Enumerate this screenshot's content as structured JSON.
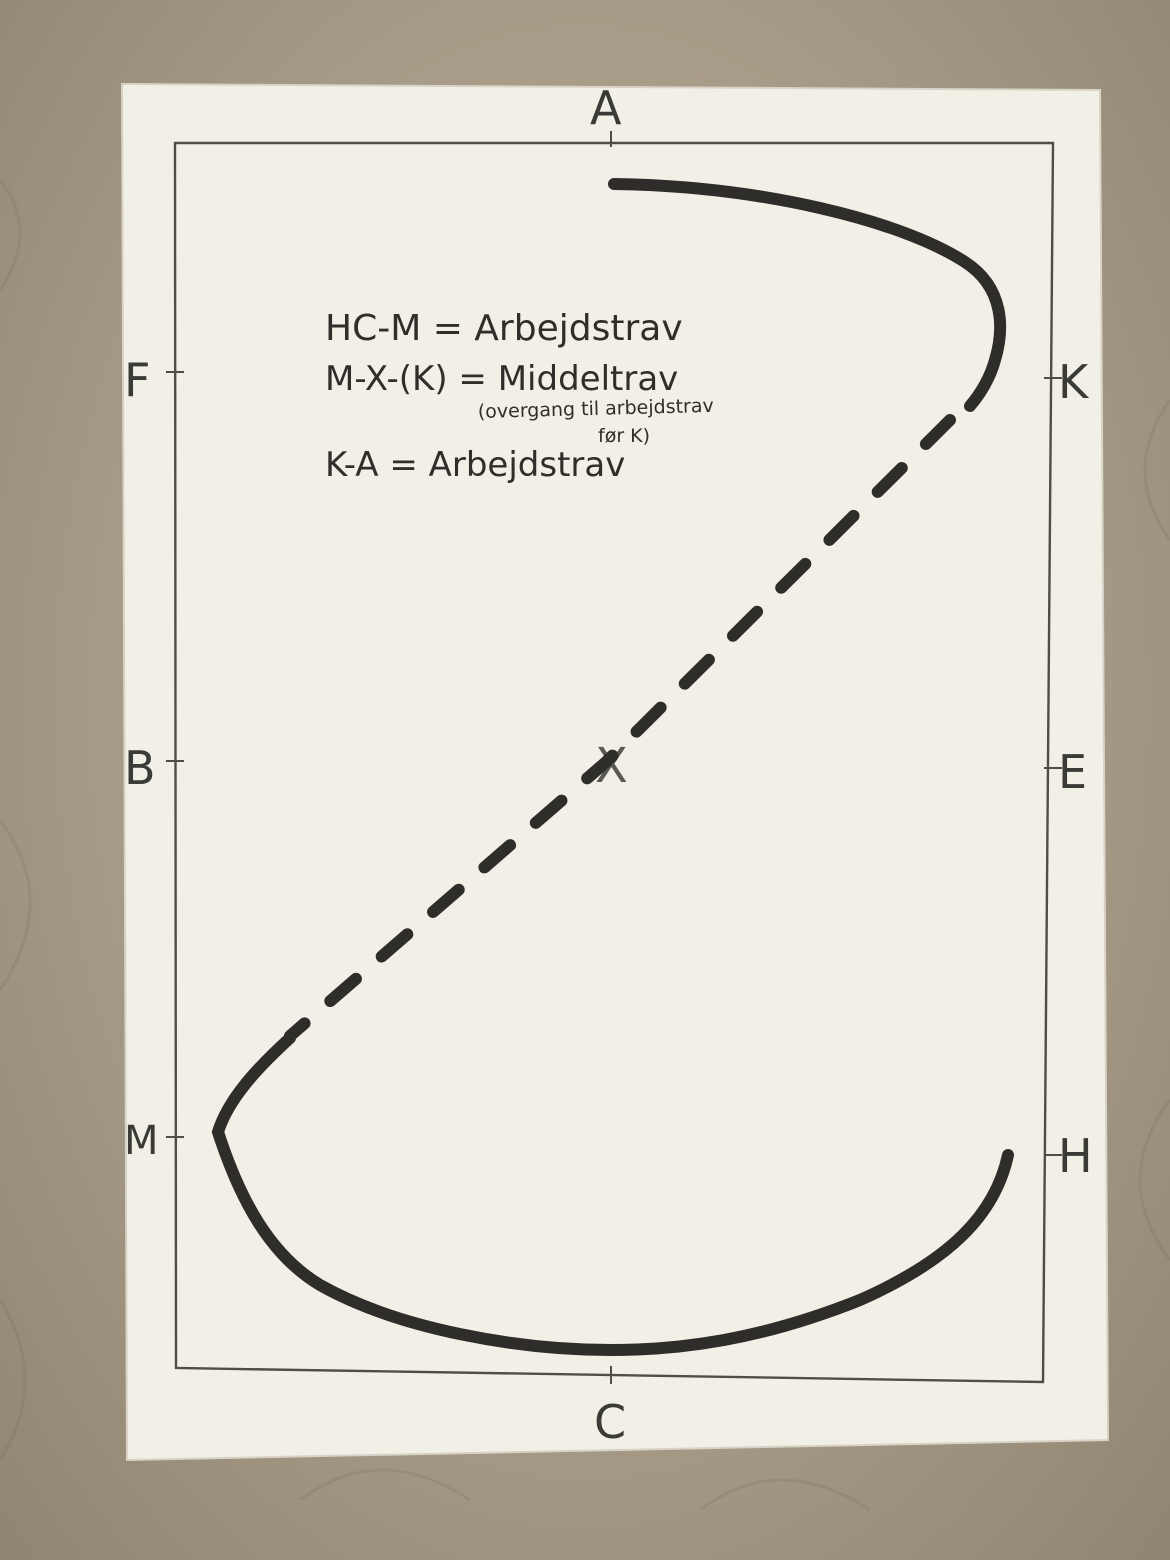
{
  "arena_letters": {
    "top": "A",
    "bottom": "C",
    "left_upper": "F",
    "left_middle": "B",
    "left_lower": "M",
    "right_upper": "K",
    "right_middle": "E",
    "right_lower": "H"
  },
  "center_marker": "X",
  "legend": {
    "line1": "HC-M = Arbejdstrav",
    "line2": "M-X-(K) = Middeltrav",
    "line3a": "(overgang til arbejdstrav",
    "line3b": "før K)",
    "line4": "K-A = Arbejdstrav"
  },
  "colors": {
    "paper": "#f3f1e8",
    "ink": "#2e2d29",
    "pencil": "#55554f"
  }
}
